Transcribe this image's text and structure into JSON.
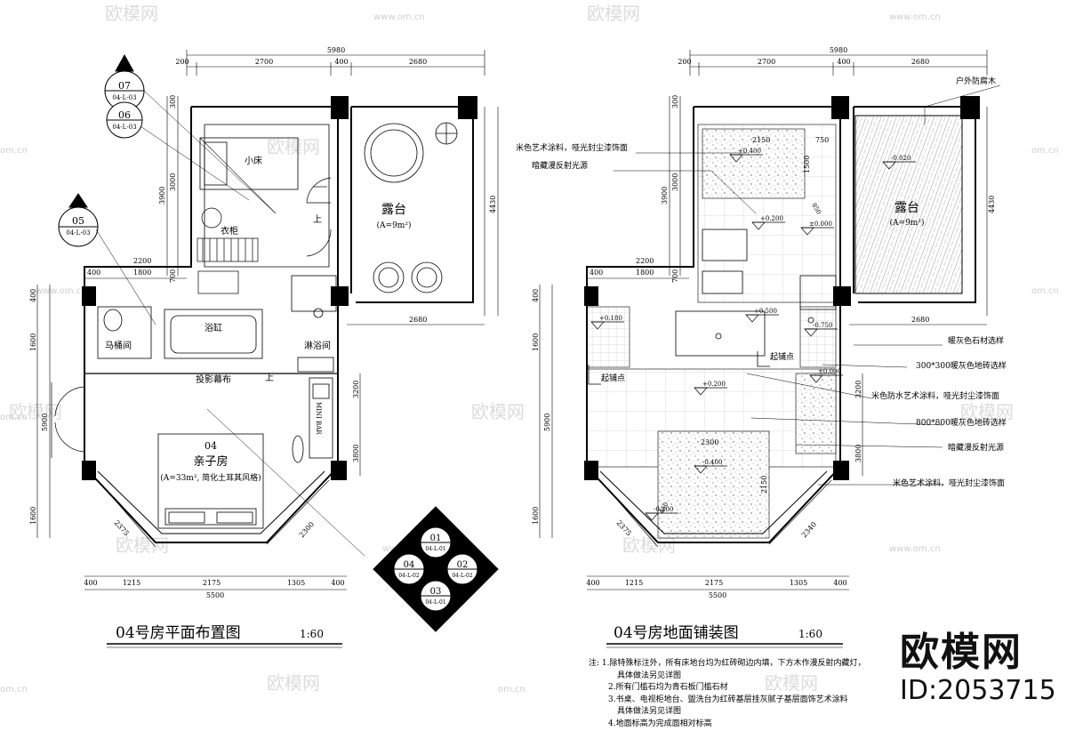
{
  "left_plan": {
    "title": "04号房平面布置图",
    "scale": "1:60",
    "top_dims": {
      "total": "5980",
      "parts": [
        "200",
        "2700",
        "400",
        "2680"
      ]
    },
    "rooms": {
      "bed_small": "小床",
      "terrace": "露台",
      "terrace_area": "(A=9m²)",
      "wardrobe": "衣柜",
      "toilet": "马桶间",
      "bathtub": "浴缸",
      "shower": "淋浴间",
      "projector": "投影幕布",
      "minibar": "MINI BAR",
      "room_no": "04",
      "room_name": "亲子房",
      "room_area": "(A=33m², 简化土耳其风格)",
      "up1": "上",
      "up2": "上"
    },
    "side_dims": {
      "left_upper": [
        "3900",
        "3000",
        "300"
      ],
      "right_upper": "4430",
      "mid_left": [
        "2200",
        "400",
        "1800",
        "700"
      ],
      "mid_right": "2680",
      "left_lower": [
        "400",
        "1600",
        "5900",
        "1600"
      ],
      "right_lower": [
        "3200",
        "3800"
      ]
    },
    "bottom_dims": {
      "total": "5500",
      "parts": [
        "400",
        "1215",
        "2175",
        "1305",
        "400"
      ]
    },
    "diag_dims": [
      "2375",
      "2300"
    ],
    "tags": [
      {
        "num": "07",
        "ref": "04-L-03"
      },
      {
        "num": "06",
        "ref": "04-L-03"
      },
      {
        "num": "05",
        "ref": "04-L-03"
      }
    ],
    "compass": [
      {
        "num": "01",
        "ref": "04-L-01"
      },
      {
        "num": "04",
        "ref": "04-L-02"
      },
      {
        "num": "02",
        "ref": "04-L-02"
      },
      {
        "num": "03",
        "ref": "04-L-01"
      }
    ]
  },
  "right_plan": {
    "title": "04号房地面铺装图",
    "scale": "1:60",
    "top_dims": {
      "total": "5980",
      "parts": [
        "200",
        "2700",
        "400",
        "2680"
      ]
    },
    "labels": {
      "wood": "户外防腐木",
      "paint1": "米色艺术涂料，哑光封尘漆饰面",
      "hidden_light1": "暗藏漫反射光源",
      "stone": "暖灰色石材选样",
      "tile300": "300*300暖灰色地砖选样",
      "waterproof": "米色防水艺术涂料，哑光封尘漆饰面",
      "tile800": "800*800暖灰色地砖选样",
      "hidden_light2": "暗藏漫反射光源",
      "paint2": "米色艺术涂料，哑光封尘漆饰面",
      "terrace": "露台",
      "terrace_area": "(A=9m²)",
      "start1": "起铺点",
      "start2": "起铺点"
    },
    "levels": [
      "+0.400",
      "-0.020",
      "+0.200",
      "±0.000",
      "+0.180",
      "+0.500",
      "-0.750",
      "±0.000",
      "+0.200",
      "-0.400",
      "-0.400"
    ],
    "inner_dims": [
      "2150",
      "750",
      "1500",
      "850",
      "2300",
      "2150",
      "450"
    ],
    "side_dims": {
      "left_upper": [
        "3900",
        "3000",
        "300"
      ],
      "right_upper": "4430",
      "mid_left": [
        "2200",
        "400",
        "1800",
        "700"
      ],
      "mid_right": "2680",
      "left_lower": [
        "400",
        "1600",
        "5900",
        "1600"
      ],
      "right_lower": [
        "3200",
        "3800"
      ]
    },
    "bottom_dims": {
      "total": "5500",
      "parts": [
        "400",
        "1215",
        "2175",
        "1305",
        "400"
      ]
    },
    "diag_dims": [
      "2375",
      "2340"
    ]
  },
  "notes": {
    "label": "注:",
    "items": [
      "1.除特殊标注外，所有床地台均为红砖砌边内填，下方木作漫反射内藏灯，",
      "具体做法另见详图",
      "2.所有门槛石均为青石板门槛石材",
      "3.书桌、电视柜地台、盥洗台为红砖基层挂灰腻子基层面饰艺术涂料",
      "具体做法另见详图",
      "4.地面标高为完成面相对标高"
    ]
  },
  "watermark": {
    "brand": "欧模网",
    "url": "www.om.cn",
    "short": "om.cn"
  },
  "brand": {
    "name": "欧模网",
    "id": "ID:2053715"
  }
}
